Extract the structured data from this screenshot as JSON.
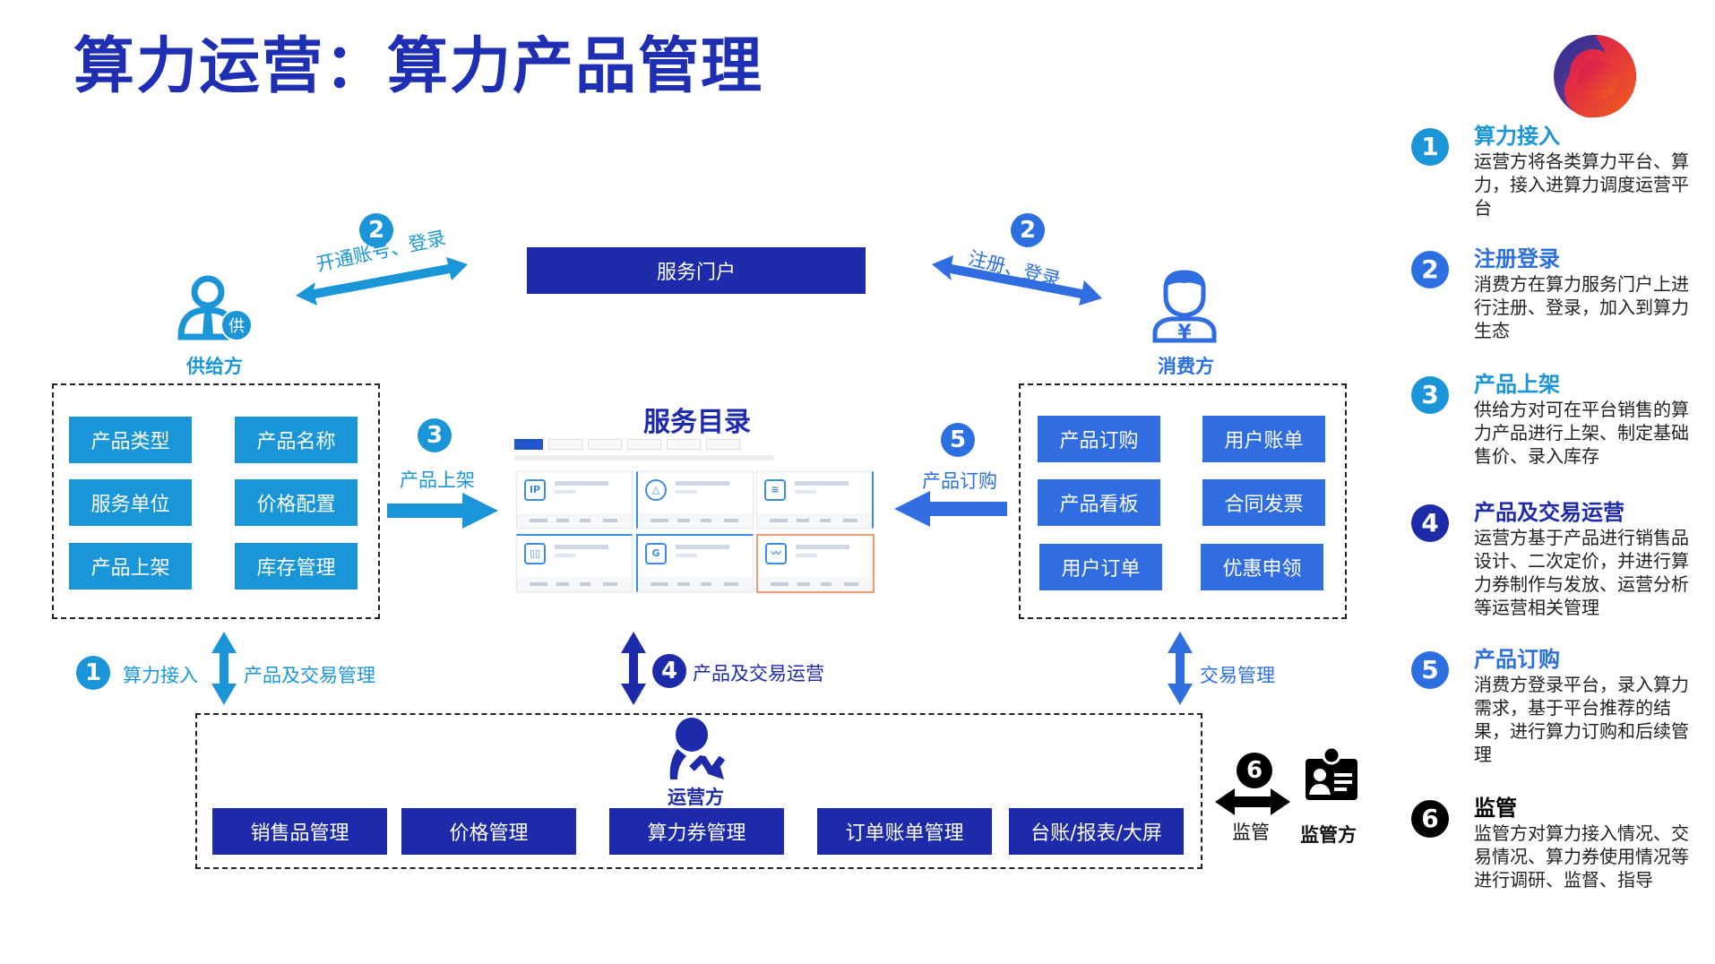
{
  "title": "算力运营：算力产品管理",
  "portal": {
    "label": "服务门户"
  },
  "supplier": {
    "name": "供给方",
    "icon_badge": "供",
    "items": [
      "产品类型",
      "产品名称",
      "服务单位",
      "价格配置",
      "产品上架",
      "库存管理"
    ]
  },
  "consumer": {
    "name": "消费方",
    "icon_badge": "¥",
    "items": [
      "产品订购",
      "用户账单",
      "产品看板",
      "合同发票",
      "用户订单",
      "优惠申领"
    ]
  },
  "catalog": {
    "title": "服务目录",
    "card_icons": [
      "IP",
      "network",
      "server",
      "rack",
      "G-chip",
      "monitor"
    ]
  },
  "operator": {
    "name": "运营方",
    "items": [
      "销售品管理",
      "价格管理",
      "算力券管理",
      "订单账单管理",
      "台账/报表/大屏"
    ]
  },
  "regulator": {
    "name": "监管方",
    "flow_label": "监管",
    "step": "6"
  },
  "flows": {
    "supplier_portal": {
      "step": "2",
      "label": "开通账号、登录"
    },
    "consumer_portal": {
      "step": "2",
      "label": "注册、登录"
    },
    "supplier_catalog": {
      "step": "3",
      "label": "产品上架"
    },
    "consumer_catalog": {
      "step": "5",
      "label": "产品订购"
    },
    "supplier_operator": {
      "step": "1",
      "label_left": "算力接入",
      "label_right": "产品及交易管理"
    },
    "catalog_operator": {
      "step": "4",
      "label": "产品及交易运营"
    },
    "consumer_operator": {
      "label": "交易管理"
    }
  },
  "legend": [
    {
      "num": "1",
      "title": "算力接入",
      "desc": "运营方将各类算力平台、算力，接入进算力调度运营平台"
    },
    {
      "num": "2",
      "title": "注册登录",
      "desc": "消费方在算力服务门户上进行注册、登录，加入到算力生态"
    },
    {
      "num": "3",
      "title": "产品上架",
      "desc": "供给方对可在平台销售的算力产品进行上架、制定基础售价、录入库存"
    },
    {
      "num": "4",
      "title": "产品及交易运营",
      "desc": "运营方基于产品进行销售品设计、二次定价，并进行算力券制作与发放、运营分析等运营相关管理"
    },
    {
      "num": "5",
      "title": "产品订购",
      "desc": "消费方登录平台，录入算力需求，基于平台推荐的结果，进行算力订购和后续管理"
    },
    {
      "num": "6",
      "title": "监管",
      "desc": "监管方对算力接入情况、交易情况、算力券使用情况等进行调研、监督、指导"
    }
  ],
  "colors": {
    "title": "#1f2fb4",
    "supplier": "#1a96d8",
    "consumer": "#2f6de0",
    "operator": "#1d2aa9",
    "regulator": "#000000"
  }
}
